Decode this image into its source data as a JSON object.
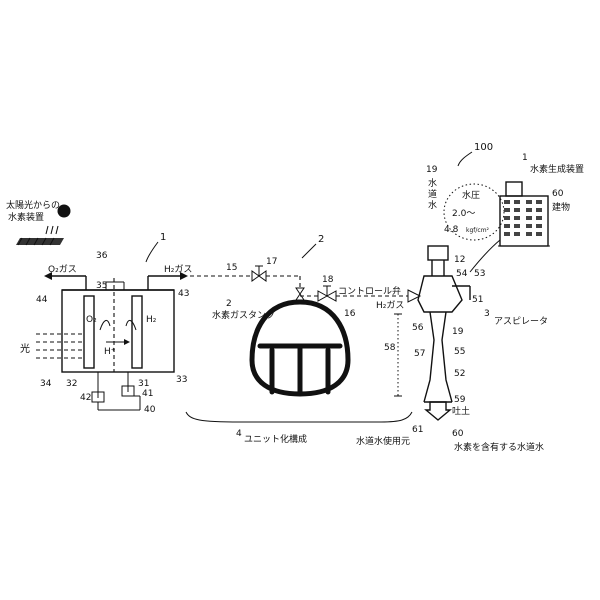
{
  "labels": {
    "sunlight_line1": "太陽光からの",
    "sunlight_line2": "水素装置",
    "num_1_cell": "1",
    "num_2_tank_system": "2",
    "num_2_tank": "2",
    "tank_label": "水素ガスタンク",
    "num_3": "3",
    "aspirator_label": "アスピレータ",
    "num_4": "4",
    "unit_label": "ユニット化構成",
    "num_15": "15",
    "num_16": "16",
    "num_17": "17",
    "num_18": "18",
    "control_valve_label": "コントロール弁",
    "h2_gas_left": "H₂ガス",
    "h2_gas_right": "H₂ガス",
    "o2_gas": "O₂ガス",
    "o2_inside": "O₂",
    "h2_inside": "H₂",
    "h_plus": "H⁺",
    "light_label": "光",
    "num_31": "31",
    "num_32": "32",
    "num_33": "33",
    "num_34": "34",
    "num_35": "35",
    "num_36": "36",
    "num_40": "40",
    "num_41": "41",
    "num_42": "42",
    "num_43": "43",
    "num_44": "44",
    "num_12": "12",
    "num_19a": "19",
    "num_19b": "19",
    "tap_water_label_line1": "水",
    "tap_water_label_line2": "道",
    "tap_water_label_line3": "水",
    "pressure_label": "水圧",
    "pressure_range_1": "2.0～",
    "pressure_range_2": "4.8",
    "pressure_unit": "kgf/cm²",
    "num_100": "100",
    "num_1_gen": "1",
    "generator_label": "水素生成装置",
    "num_60_building": "60",
    "building_label": "建物",
    "num_53": "53",
    "num_54": "54",
    "num_51": "51",
    "num_52": "52",
    "num_55": "55",
    "num_56": "56",
    "num_57": "57",
    "num_58": "58",
    "num_59": "59",
    "num_61": "61",
    "num_60_water": "60",
    "discharge_label": "吐土",
    "tap_water_use_label": "水道水使用元",
    "hydrogen_water_label": "水素を含有する水道水"
  }
}
